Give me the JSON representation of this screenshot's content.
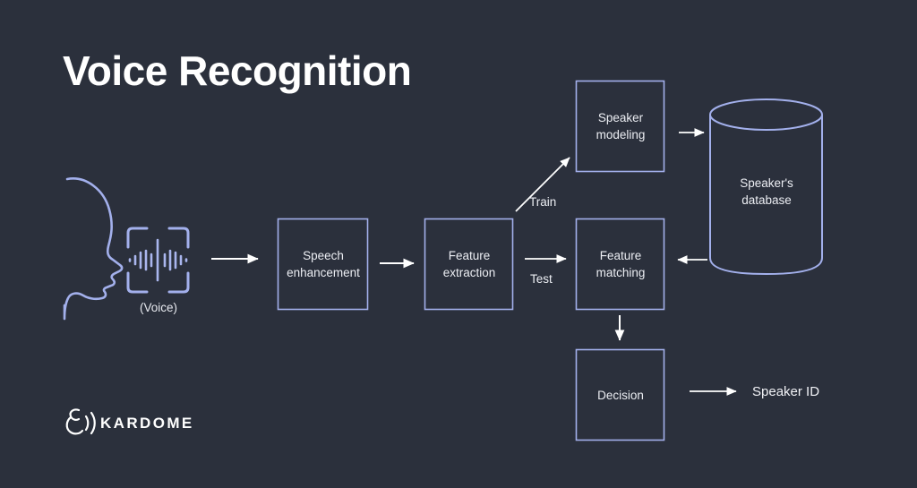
{
  "page": {
    "title": "Voice Recognition",
    "background_color": "#2b303c",
    "accent_color": "#a3b0ec",
    "text_color": "#eceef3",
    "arrow_color": "#ffffff"
  },
  "source": {
    "face_icon_name": "face-profile-icon",
    "voice_icon_name": "voice-waveform-icon",
    "caption": "(Voice)"
  },
  "nodes": [
    {
      "id": "speech_enhancement",
      "label": "Speech\nenhancement",
      "shape": "rect"
    },
    {
      "id": "feature_extraction",
      "label": "Feature\nextraction",
      "shape": "rect"
    },
    {
      "id": "speaker_modeling",
      "label": "Speaker\nmodeling",
      "shape": "rect"
    },
    {
      "id": "feature_matching",
      "label": "Feature\nmatching",
      "shape": "rect"
    },
    {
      "id": "speakers_database",
      "label": "Speaker's\ndatabase",
      "shape": "cylinder"
    },
    {
      "id": "decision",
      "label": "Decision",
      "shape": "rect"
    }
  ],
  "edges": [
    {
      "id": "voice_to_speech",
      "label": "",
      "from": "voice",
      "to": "speech_enhancement"
    },
    {
      "id": "speech_to_feature",
      "label": "",
      "from": "speech_enhancement",
      "to": "feature_extraction"
    },
    {
      "id": "feature_to_modeling",
      "label": "Train",
      "from": "feature_extraction",
      "to": "speaker_modeling"
    },
    {
      "id": "feature_to_matching",
      "label": "Test",
      "from": "feature_extraction",
      "to": "feature_matching"
    },
    {
      "id": "modeling_to_database",
      "label": "",
      "from": "speaker_modeling",
      "to": "speakers_database"
    },
    {
      "id": "database_to_matching",
      "label": "",
      "from": "speakers_database",
      "to": "feature_matching"
    },
    {
      "id": "matching_to_decision",
      "label": "",
      "from": "feature_matching",
      "to": "decision"
    },
    {
      "id": "decision_to_output",
      "label": "",
      "from": "decision",
      "to": "speaker_id"
    }
  ],
  "output": {
    "label": "Speaker ID"
  },
  "brand": {
    "name": "KARDOME",
    "logo_icon_name": "kardome-sound-mark-icon"
  }
}
